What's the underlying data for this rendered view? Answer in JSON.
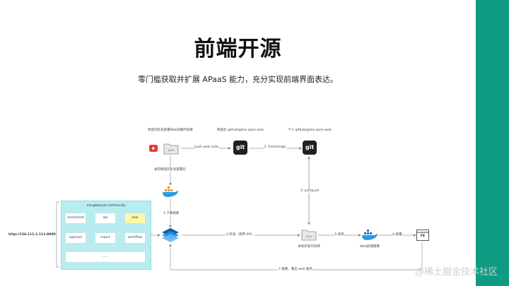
{
  "slide": {
    "title": "前端开源",
    "subtitle": "零门槛获取并扩展 APaaS 能力，充分实现前端界面表达。",
    "accent_color": "#0f9a82"
  },
  "diagram": {
    "nodes": {
      "mingdao_repo": "明道云私有部署Web前端代码库",
      "github_official": "明道云 github/gitee open-web",
      "github_personal": "个人 github/gitee open-web",
      "local_repo": "本地开发代码库",
      "web_image": "Web前端镜像",
      "fe": "FE"
    },
    "edges": {
      "push_web_code": "push web code",
      "fork_merge": "2. fork/merge",
      "pull_push": "3. pull/push",
      "publish_private": "发布明道云私有部署包",
      "download_image": "1.下载镜像",
      "dev_debug": "4.开发（调用 API）",
      "publish": "5.发布",
      "deploy": "6.部署",
      "replace_service": "7.替换、重启 web 服务"
    },
    "panel": {
      "title": "mingdaoyun-community",
      "modules": [
        "worksheet",
        "api",
        "web",
        "approve",
        "report",
        "workflow",
        "......"
      ]
    },
    "url": "http://126.111.1.111:8880"
  },
  "watermark": "@稀土掘金技术社区"
}
